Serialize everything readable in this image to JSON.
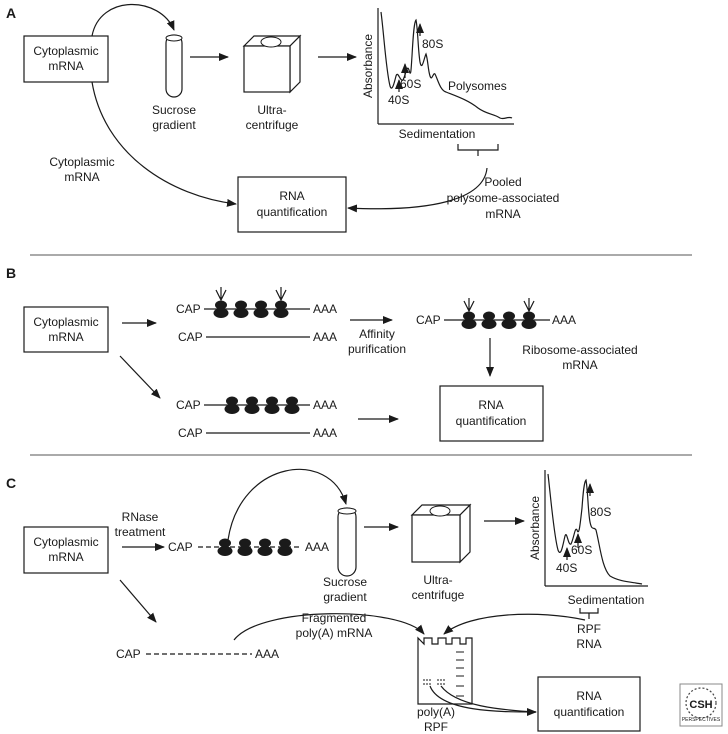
{
  "panels": [
    "A",
    "B",
    "C"
  ],
  "panel_a": {
    "cytoplasmic_box": [
      "Cytoplasmic",
      "mRNA"
    ],
    "sucrose": [
      "Sucrose",
      "gradient"
    ],
    "ultra": [
      "Ultra-",
      "centrifuge"
    ],
    "absorbance": "Absorbance",
    "sedimentation": "Sedimentation",
    "peak_40s": "40S",
    "peak_60s": "60S",
    "peak_80s": "80S",
    "polysomes": "Polysomes",
    "cyto_side": [
      "Cytoplasmic",
      "mRNA"
    ],
    "rna_box": [
      "RNA",
      "quantification"
    ],
    "pooled": [
      "Pooled",
      "polysome-associated",
      "mRNA"
    ]
  },
  "panel_b": {
    "cytoplasmic_box": [
      "Cytoplasmic",
      "mRNA"
    ],
    "cap": "CAP",
    "aaa": "AAA",
    "affinity": [
      "Affinity",
      "purification"
    ],
    "ribosome_assoc": [
      "Ribosome-associated",
      "mRNA"
    ],
    "rna_box": [
      "RNA",
      "quantification"
    ]
  },
  "panel_c": {
    "cytoplasmic_box": [
      "Cytoplasmic",
      "mRNA"
    ],
    "rnase": [
      "RNase",
      "treatment"
    ],
    "cap": "CAP",
    "aaa": "AAA",
    "sucrose": [
      "Sucrose",
      "gradient"
    ],
    "ultra": [
      "Ultra-",
      "centrifuge"
    ],
    "absorbance": "Absorbance",
    "sedimentation": "Sedimentation",
    "peak_40s": "40S",
    "peak_60s": "60S",
    "peak_80s": "80S",
    "fragmented": [
      "Fragmented",
      "poly(A) mRNA"
    ],
    "rpf": [
      "RPF",
      "RNA"
    ],
    "polya_rpf": [
      "poly(A)",
      "RPF"
    ],
    "rna_box": [
      "RNA",
      "quantification"
    ]
  },
  "logo": {
    "text": "CSH",
    "subtext": "PERSPECTIVES",
    "color": "#b5312b"
  }
}
